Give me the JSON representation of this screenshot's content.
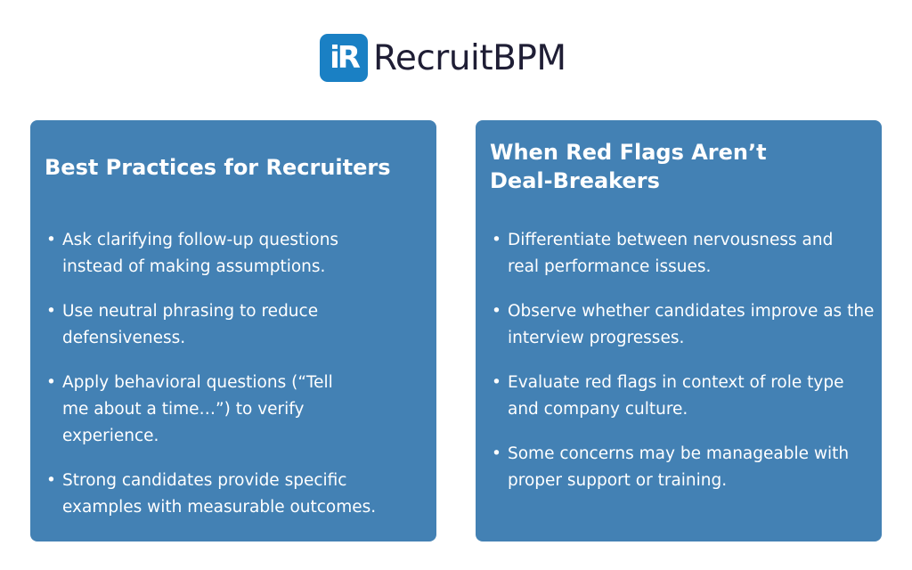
{
  "logo": {
    "mark": "iR",
    "name": "RecruitBPM"
  },
  "cards": [
    {
      "title": "Best Practices for Recruiters",
      "items": [
        "Ask clarifying follow-up questions instead of making assumptions.",
        "Use neutral phrasing to reduce defensiveness.",
        "Apply behavioral questions (“Tell me about a time…”) to verify experience.",
        "Strong candidates provide specific examples with measurable outcomes."
      ]
    },
    {
      "title": "When Red Flags Aren’t Deal-Breakers",
      "items": [
        "Differentiate between nervousness and real performance issues.",
        "Observe whether candidates improve as the interview progresses.",
        "Evaluate red flags in context of role type and company culture.",
        "Some concerns may be manageable with proper support or training."
      ]
    }
  ]
}
